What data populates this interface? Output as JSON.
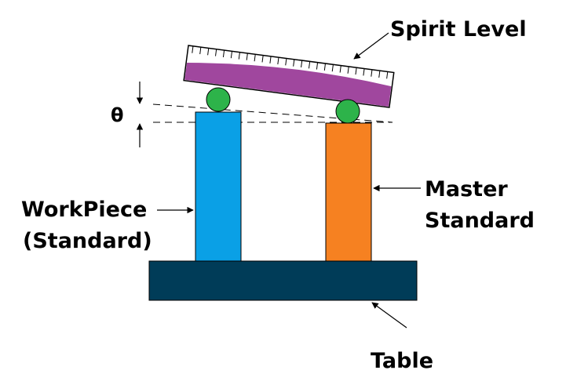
{
  "labels": {
    "spirit_level": "Spirit Level",
    "theta": "θ",
    "master_line1": "Master",
    "master_line2": "Standard",
    "workpiece_line1": "WorkPiece",
    "workpiece_line2": "(Standard)",
    "table": "Table"
  },
  "colors": {
    "spirit_level": "#a0479e",
    "ball": "#2db34a",
    "workpiece": "#0aa0e6",
    "master": "#f68121",
    "table": "#003c58",
    "line": "#000000"
  }
}
